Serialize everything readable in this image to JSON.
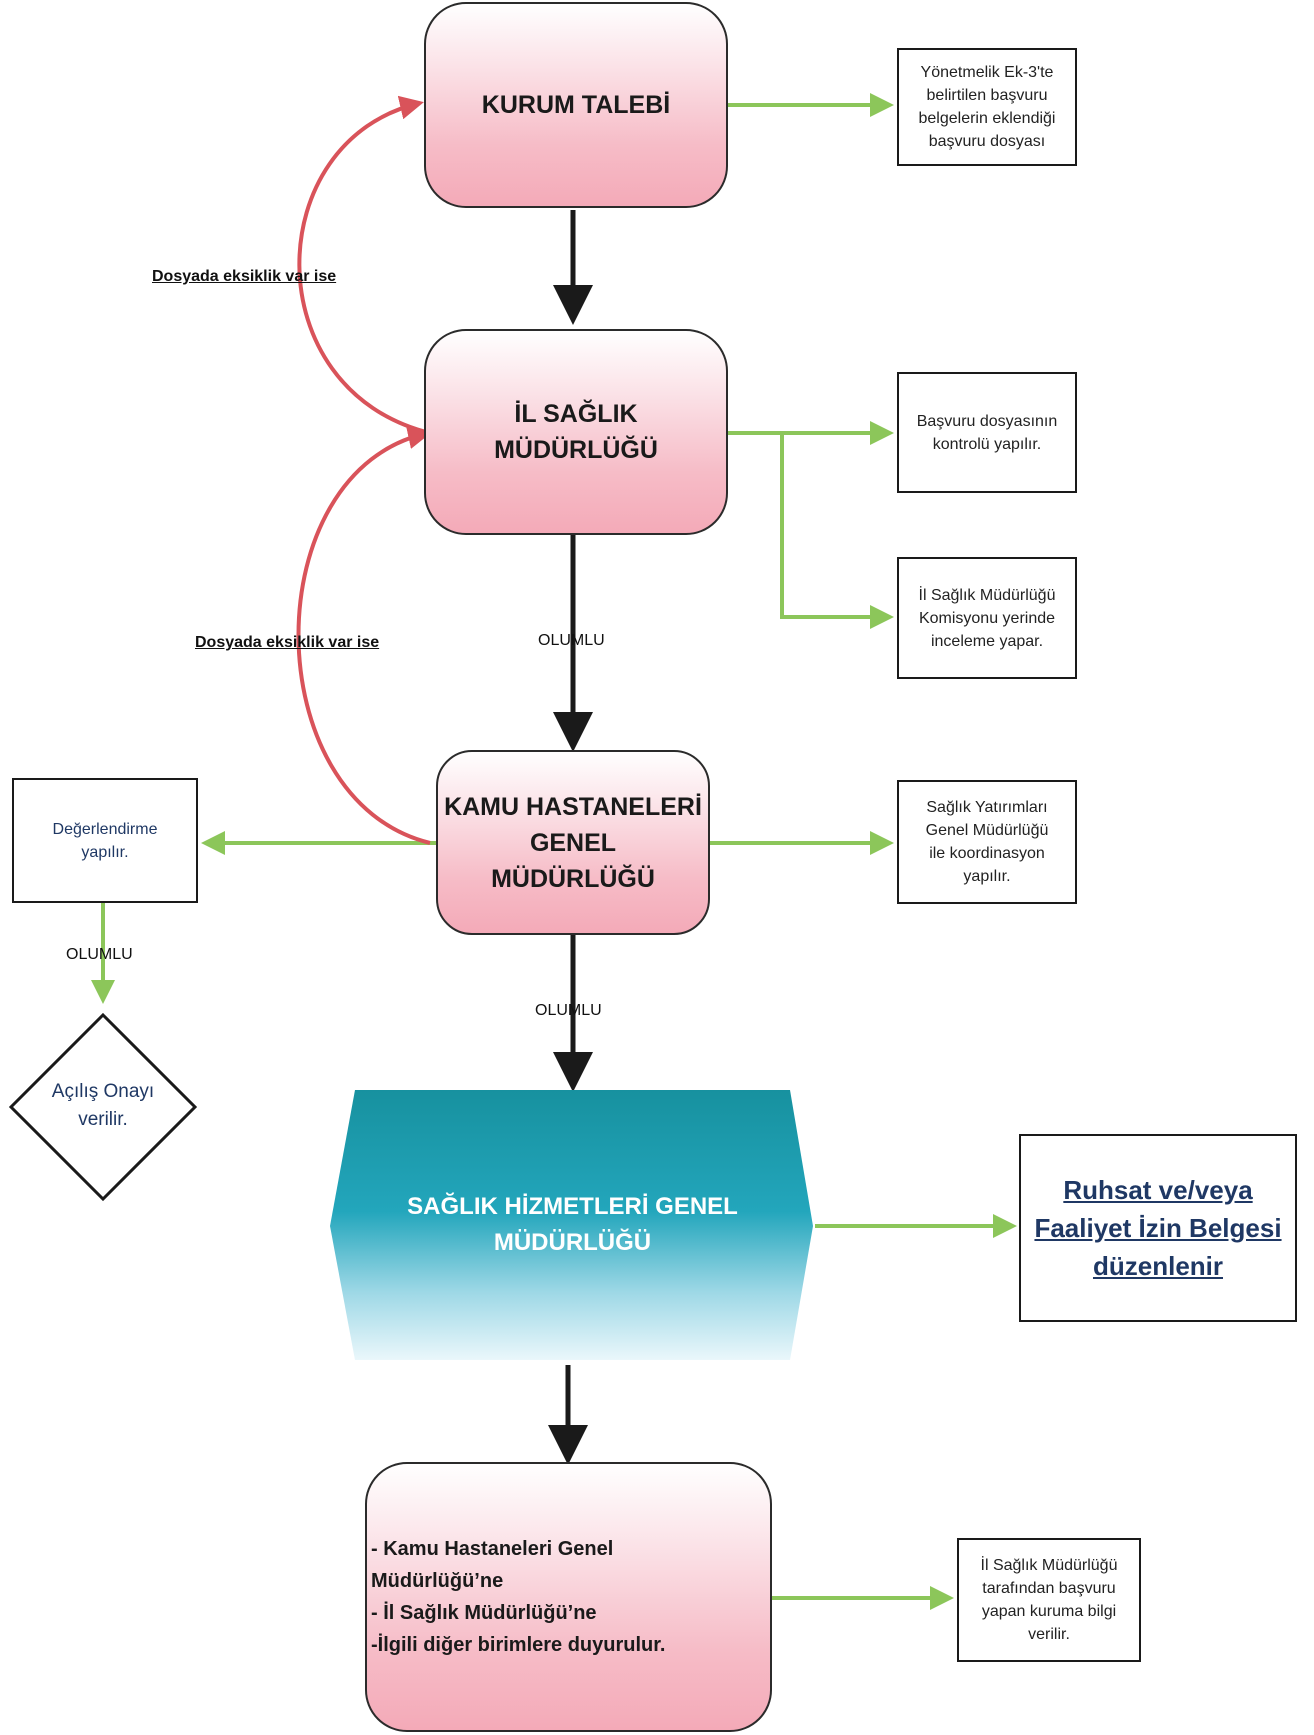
{
  "nodes": {
    "kurum_talebi": "KURUM TALEBİ",
    "il_saglik_line1": "İL SAĞLIK",
    "il_saglik_line2": "MÜDÜRLÜĞÜ",
    "kamu_line1": "KAMU HASTANELERİ",
    "kamu_line2": "GENEL",
    "kamu_line3": "MÜDÜRLÜĞÜ",
    "saglik_hizmetleri_line1": "SAĞLIK HİZMETLERİ GENEL",
    "saglik_hizmetleri_line2": "MÜDÜRLÜĞÜ",
    "final_line1": "- Kamu Hastaneleri Genel",
    "final_line2": "Müdürlüğü’ne",
    "final_line3": "- İl Sağlık Müdürlüğü’ne",
    "final_line4": "-İlgili diğer birimlere duyurulur."
  },
  "notes": {
    "n1": [
      "Yönetmelik Ek-3'te",
      "belirtilen başvuru",
      "belgelerin eklendiği",
      "başvuru dosyası"
    ],
    "n2": [
      "Başvuru dosyasının",
      "kontrolü yapılır."
    ],
    "n3": [
      "İl Sağlık Müdürlüğü",
      "Komisyonu yerinde",
      "inceleme yapar."
    ],
    "n4": [
      "Sağlık Yatırımları",
      "Genel Müdürlüğü",
      "ile koordinasyon",
      "yapılır."
    ],
    "n5": [
      "Değerlendirme",
      "yapılır."
    ],
    "n6": [
      "İl Sağlık Müdürlüğü",
      "tarafından başvuru",
      "yapan kuruma bilgi",
      "verilir."
    ]
  },
  "diamond": [
    "Açılış Onayı",
    "verilir."
  ],
  "ruhsat": [
    "Ruhsat ve/veya",
    "Faaliyet İzin Belgesi",
    "düzenlenir"
  ],
  "labels": {
    "eksik1": "Dosyada eksiklik var ise",
    "eksik2": "Dosyada eksiklik var ise",
    "olumlu1": "OLUMLU",
    "olumlu2": "OLUMLU",
    "olumlu3": "OLUMLU"
  },
  "colors": {
    "green_arrow": "#8cc65a",
    "red_arrow": "#d9535a",
    "black_arrow": "#1a1a1a",
    "teal": "#1a9bb0"
  }
}
